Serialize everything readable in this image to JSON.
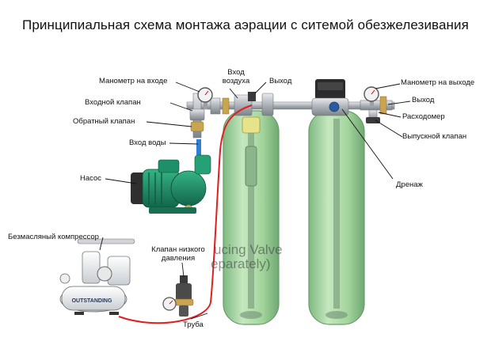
{
  "title": "Принципиальная схема монтажа аэрации с ситемой обезжелезивания",
  "labels": {
    "gauge_in": "Манометр на входе",
    "inlet_valve": "Входной клапан",
    "check_valve": "Обратный клапан",
    "water_in": "Вход воды",
    "pump": "Насос",
    "compressor": "Безмасляный компрессор",
    "low_pressure_valve": "Клапан низкого\nдавления",
    "pipe": "Труба",
    "air_in": "Вход\nвоздуха",
    "outlet_top": "Выход",
    "gauge_out": "Манометр на выходе",
    "outlet_right": "Выход",
    "flowmeter": "Расходомер",
    "drain_valve": "Выпускной клапан",
    "drain": "Дренаж"
  },
  "watermark": {
    "line1": "ucing Valve",
    "line2": "eparately)"
  },
  "compressor_brand": "OUTSTANDING",
  "colors": {
    "tank_fill": "#a9d8a3",
    "tank_stroke": "#6a9c6a",
    "pump": "#1f8f68",
    "air_hose": "#e02020",
    "pipe_metal": "#b8bcc2",
    "controller": "#2b2b2b",
    "water_in": "#2f7fd6"
  }
}
